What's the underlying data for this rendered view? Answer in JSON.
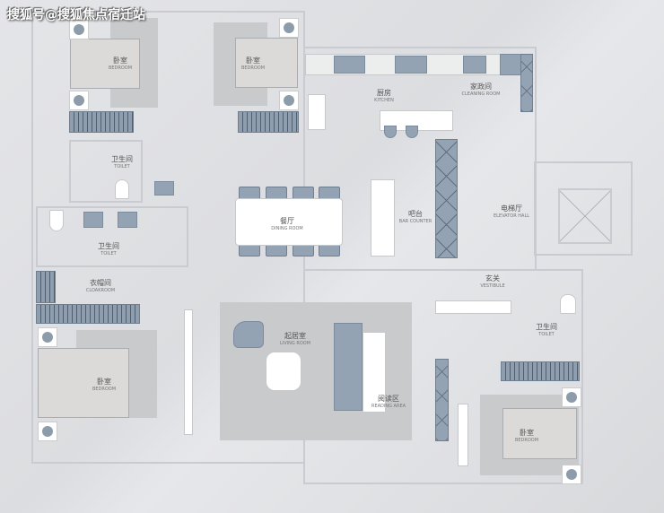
{
  "watermark": "搜狐号@搜狐焦点宿迁站",
  "rooms": [
    {
      "cn": "卧室",
      "en": "BEDROOM"
    },
    {
      "cn": "卧室",
      "en": "BEDROOM"
    },
    {
      "cn": "卫生间",
      "en": "TOILET"
    },
    {
      "cn": "卫生间",
      "en": "TOILET"
    },
    {
      "cn": "衣帽间",
      "en": "CLOAKROOM"
    },
    {
      "cn": "卧室",
      "en": "BEDROOM"
    },
    {
      "cn": "餐厅",
      "en": "DINING ROOM"
    },
    {
      "cn": "厨房",
      "en": "KITCHEN"
    },
    {
      "cn": "家政间",
      "en": "CLEANING ROOM"
    },
    {
      "cn": "吧台",
      "en": "BAR COUNTER"
    },
    {
      "cn": "电梯厅",
      "en": "ELEVATOR HALL"
    },
    {
      "cn": "玄关",
      "en": "VESTIBULE"
    },
    {
      "cn": "起居室",
      "en": "LIVING ROOM"
    },
    {
      "cn": "阅读区",
      "en": "READING AREA"
    },
    {
      "cn": "卫生间",
      "en": "TOILET"
    },
    {
      "cn": "卧室",
      "en": "BEDROOM"
    }
  ]
}
